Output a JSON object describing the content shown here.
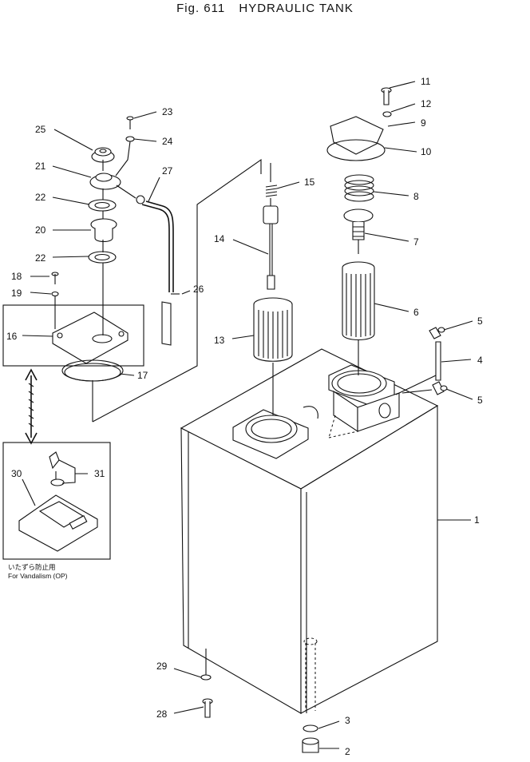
{
  "figure": {
    "fig_label": "Fig. 611",
    "title": "HYDRAULIC TANK"
  },
  "note": {
    "jp": "いたずら防止用",
    "en": "For Vandalism  (OP)"
  },
  "callouts": {
    "c1": "1",
    "c2": "2",
    "c3": "3",
    "c4": "4",
    "c5a": "5",
    "c5b": "5",
    "c6": "6",
    "c7": "7",
    "c8": "8",
    "c9": "9",
    "c10": "10",
    "c11": "11",
    "c12": "12",
    "c13": "13",
    "c14": "14",
    "c15": "15",
    "c16": "16",
    "c17": "17",
    "c18": "18",
    "c19": "19",
    "c20": "20",
    "c21": "21",
    "c22a": "22",
    "c22b": "22",
    "c23": "23",
    "c24": "24",
    "c25": "25",
    "c26": "26",
    "c27": "27",
    "c28": "28",
    "c29": "29",
    "c30": "30",
    "c31": "31"
  }
}
